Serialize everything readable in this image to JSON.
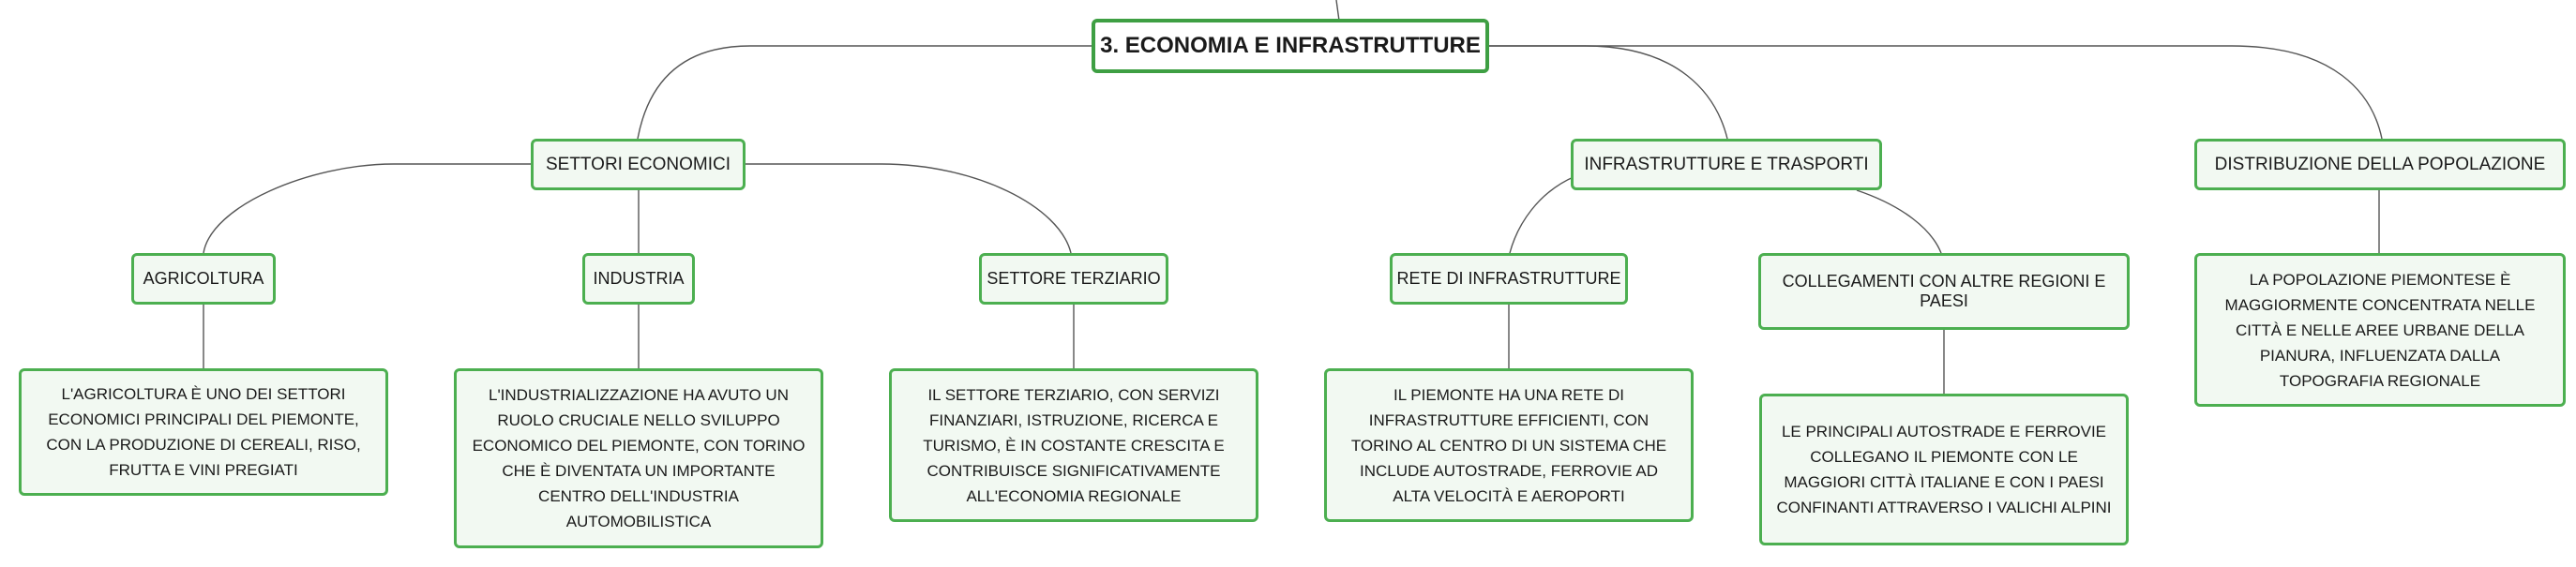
{
  "root": {
    "label": "3. ECONOMIA E INFRASTRUTTURE"
  },
  "settori": {
    "label": "SETTORI ECONOMICI",
    "agricoltura": {
      "label": "AGRICOLTURA",
      "desc": "L'AGRICOLTURA È UNO DEI SETTORI ECONOMICI PRINCIPALI DEL PIEMONTE, CON LA PRODUZIONE DI CEREALI, RISO, FRUTTA E VINI PREGIATI"
    },
    "industria": {
      "label": "INDUSTRIA",
      "desc": "L'INDUSTRIALIZZAZIONE HA AVUTO UN RUOLO CRUCIALE NELLO SVILUPPO ECONOMICO DEL PIEMONTE, CON TORINO CHE È DIVENTATA UN IMPORTANTE CENTRO DELL'INDUSTRIA AUTOMOBILISTICA"
    },
    "terziario": {
      "label": "SETTORE TERZIARIO",
      "desc": "IL SETTORE TERZIARIO, CON SERVIZI FINANZIARI, ISTRUZIONE, RICERCA E TURISMO, È IN COSTANTE CRESCITA E CONTRIBUISCE SIGNIFICATIVAMENTE ALL'ECONOMIA REGIONALE"
    }
  },
  "infrastrutture": {
    "label": "INFRASTRUTTURE E TRASPORTI",
    "rete": {
      "label": "RETE DI INFRASTRUTTURE",
      "desc": "IL PIEMONTE HA UNA RETE DI INFRASTRUTTURE EFFICIENTI, CON TORINO AL CENTRO DI UN SISTEMA CHE INCLUDE AUTOSTRADE, FERROVIE AD ALTA VELOCITÀ E AEROPORTI"
    },
    "collegamenti": {
      "label": "COLLEGAMENTI CON ALTRE REGIONI E PAESI",
      "desc": "LE PRINCIPALI AUTOSTRADE E FERROVIE COLLEGANO IL PIEMONTE CON LE MAGGIORI CITTÀ ITALIANE E CON I PAESI CONFINANTI ATTRAVERSO I VALICHI ALPINI"
    }
  },
  "popolazione": {
    "label": "DISTRIBUZIONE DELLA POPOLAZIONE",
    "desc": "LA POPOLAZIONE PIEMONTESE È MAGGIORMENTE CONCENTRATA NELLE CITTÀ E NELLE AREE URBANE DELLA PIANURA, INFLUENZATA DALLA TOPOGRAFIA REGIONALE"
  }
}
